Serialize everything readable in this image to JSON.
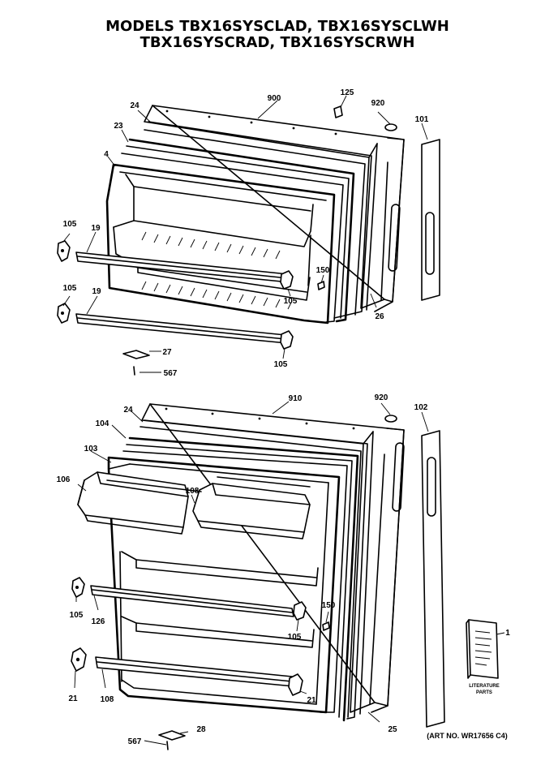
{
  "title": {
    "line1": "MODELS TBX16SYSCLAD, TBX16SYSCLWH",
    "line2": "TBX16SYSCRAD, TBX16SYSCRWH"
  },
  "labels": {
    "l900": "900",
    "l125": "125",
    "l920a": "920",
    "l101": "101",
    "l24a": "24",
    "l23": "23",
    "l4": "4",
    "l105a": "105",
    "l19a": "19",
    "l105b": "105",
    "l19b": "19",
    "l150a": "150",
    "l105c": "105",
    "l26": "26",
    "l105d": "105",
    "l27": "27",
    "l567a": "567",
    "l910": "910",
    "l920b": "920",
    "l102": "102",
    "l24b": "24",
    "l104": "104",
    "l103": "103",
    "l106": "106",
    "l108": "108",
    "l105e": "105",
    "l126": "126",
    "l150b": "150",
    "l105f": "105",
    "l21a": "21",
    "l108b": "108",
    "l21b": "21",
    "l25": "25",
    "l28": "28",
    "l567b": "567",
    "l1": "1"
  },
  "literature": {
    "line1": "LITERATURE",
    "line2": "PARTS"
  },
  "art_no": "(ART NO. WR17656 C4)"
}
